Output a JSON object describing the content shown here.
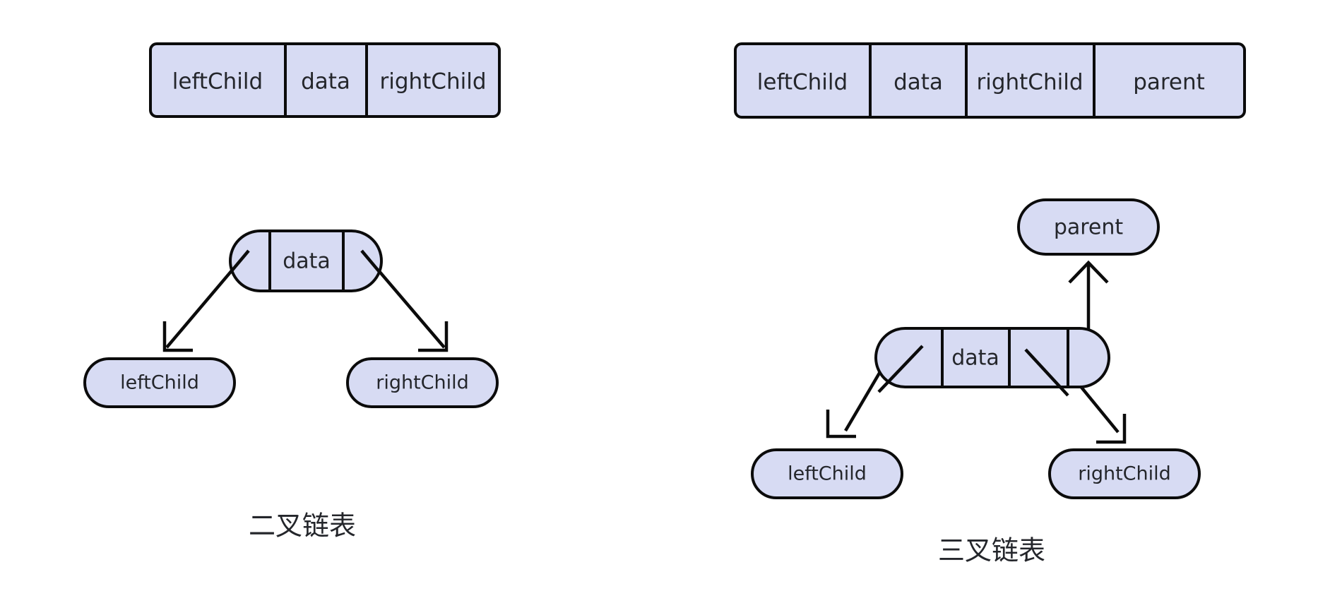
{
  "page": {
    "background_color": "#ffffff",
    "node_fill_color": "#d7dbf3",
    "stroke_color": "#0b0b0b",
    "text_color": "#24262b"
  },
  "left_diagram": {
    "caption": "二叉链表",
    "struct_table": {
      "cells": [
        {
          "label": "leftChild"
        },
        {
          "label": "data"
        },
        {
          "label": "rightChild"
        }
      ]
    },
    "tree": {
      "root_node": {
        "cells": [
          {
            "label": ""
          },
          {
            "label": "data"
          },
          {
            "label": ""
          }
        ]
      },
      "children": [
        {
          "label": "leftChild"
        },
        {
          "label": "rightChild"
        }
      ]
    }
  },
  "right_diagram": {
    "caption": "三叉链表",
    "struct_table": {
      "cells": [
        {
          "label": "leftChild"
        },
        {
          "label": "data"
        },
        {
          "label": "rightChild"
        },
        {
          "label": "parent"
        }
      ]
    },
    "tree": {
      "parent_node": {
        "label": "parent"
      },
      "root_node": {
        "cells": [
          {
            "label": ""
          },
          {
            "label": "data"
          },
          {
            "label": ""
          },
          {
            "label": ""
          }
        ]
      },
      "children": [
        {
          "label": "leftChild"
        },
        {
          "label": "rightChild"
        }
      ]
    }
  }
}
